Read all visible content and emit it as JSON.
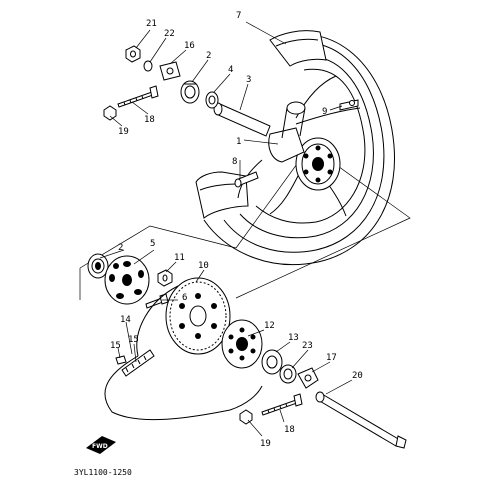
{
  "diagram": {
    "part_code": "3YL1100-1250",
    "fwd_badge": "FWD",
    "callouts": {
      "c1": "1",
      "c2a": "2",
      "c2b": "2",
      "c3": "3",
      "c4": "4",
      "c5": "5",
      "c6": "6",
      "c7": "7",
      "c8": "8",
      "c9": "9",
      "c10": "10",
      "c11": "11",
      "c12": "12",
      "c13": "13",
      "c14": "14",
      "c15a": "15",
      "c15b": "15",
      "c16": "16",
      "c17": "17",
      "c18a": "18",
      "c18b": "18",
      "c19a": "19",
      "c19b": "19",
      "c20": "20",
      "c21": "21",
      "c22": "22",
      "c23": "23"
    }
  }
}
